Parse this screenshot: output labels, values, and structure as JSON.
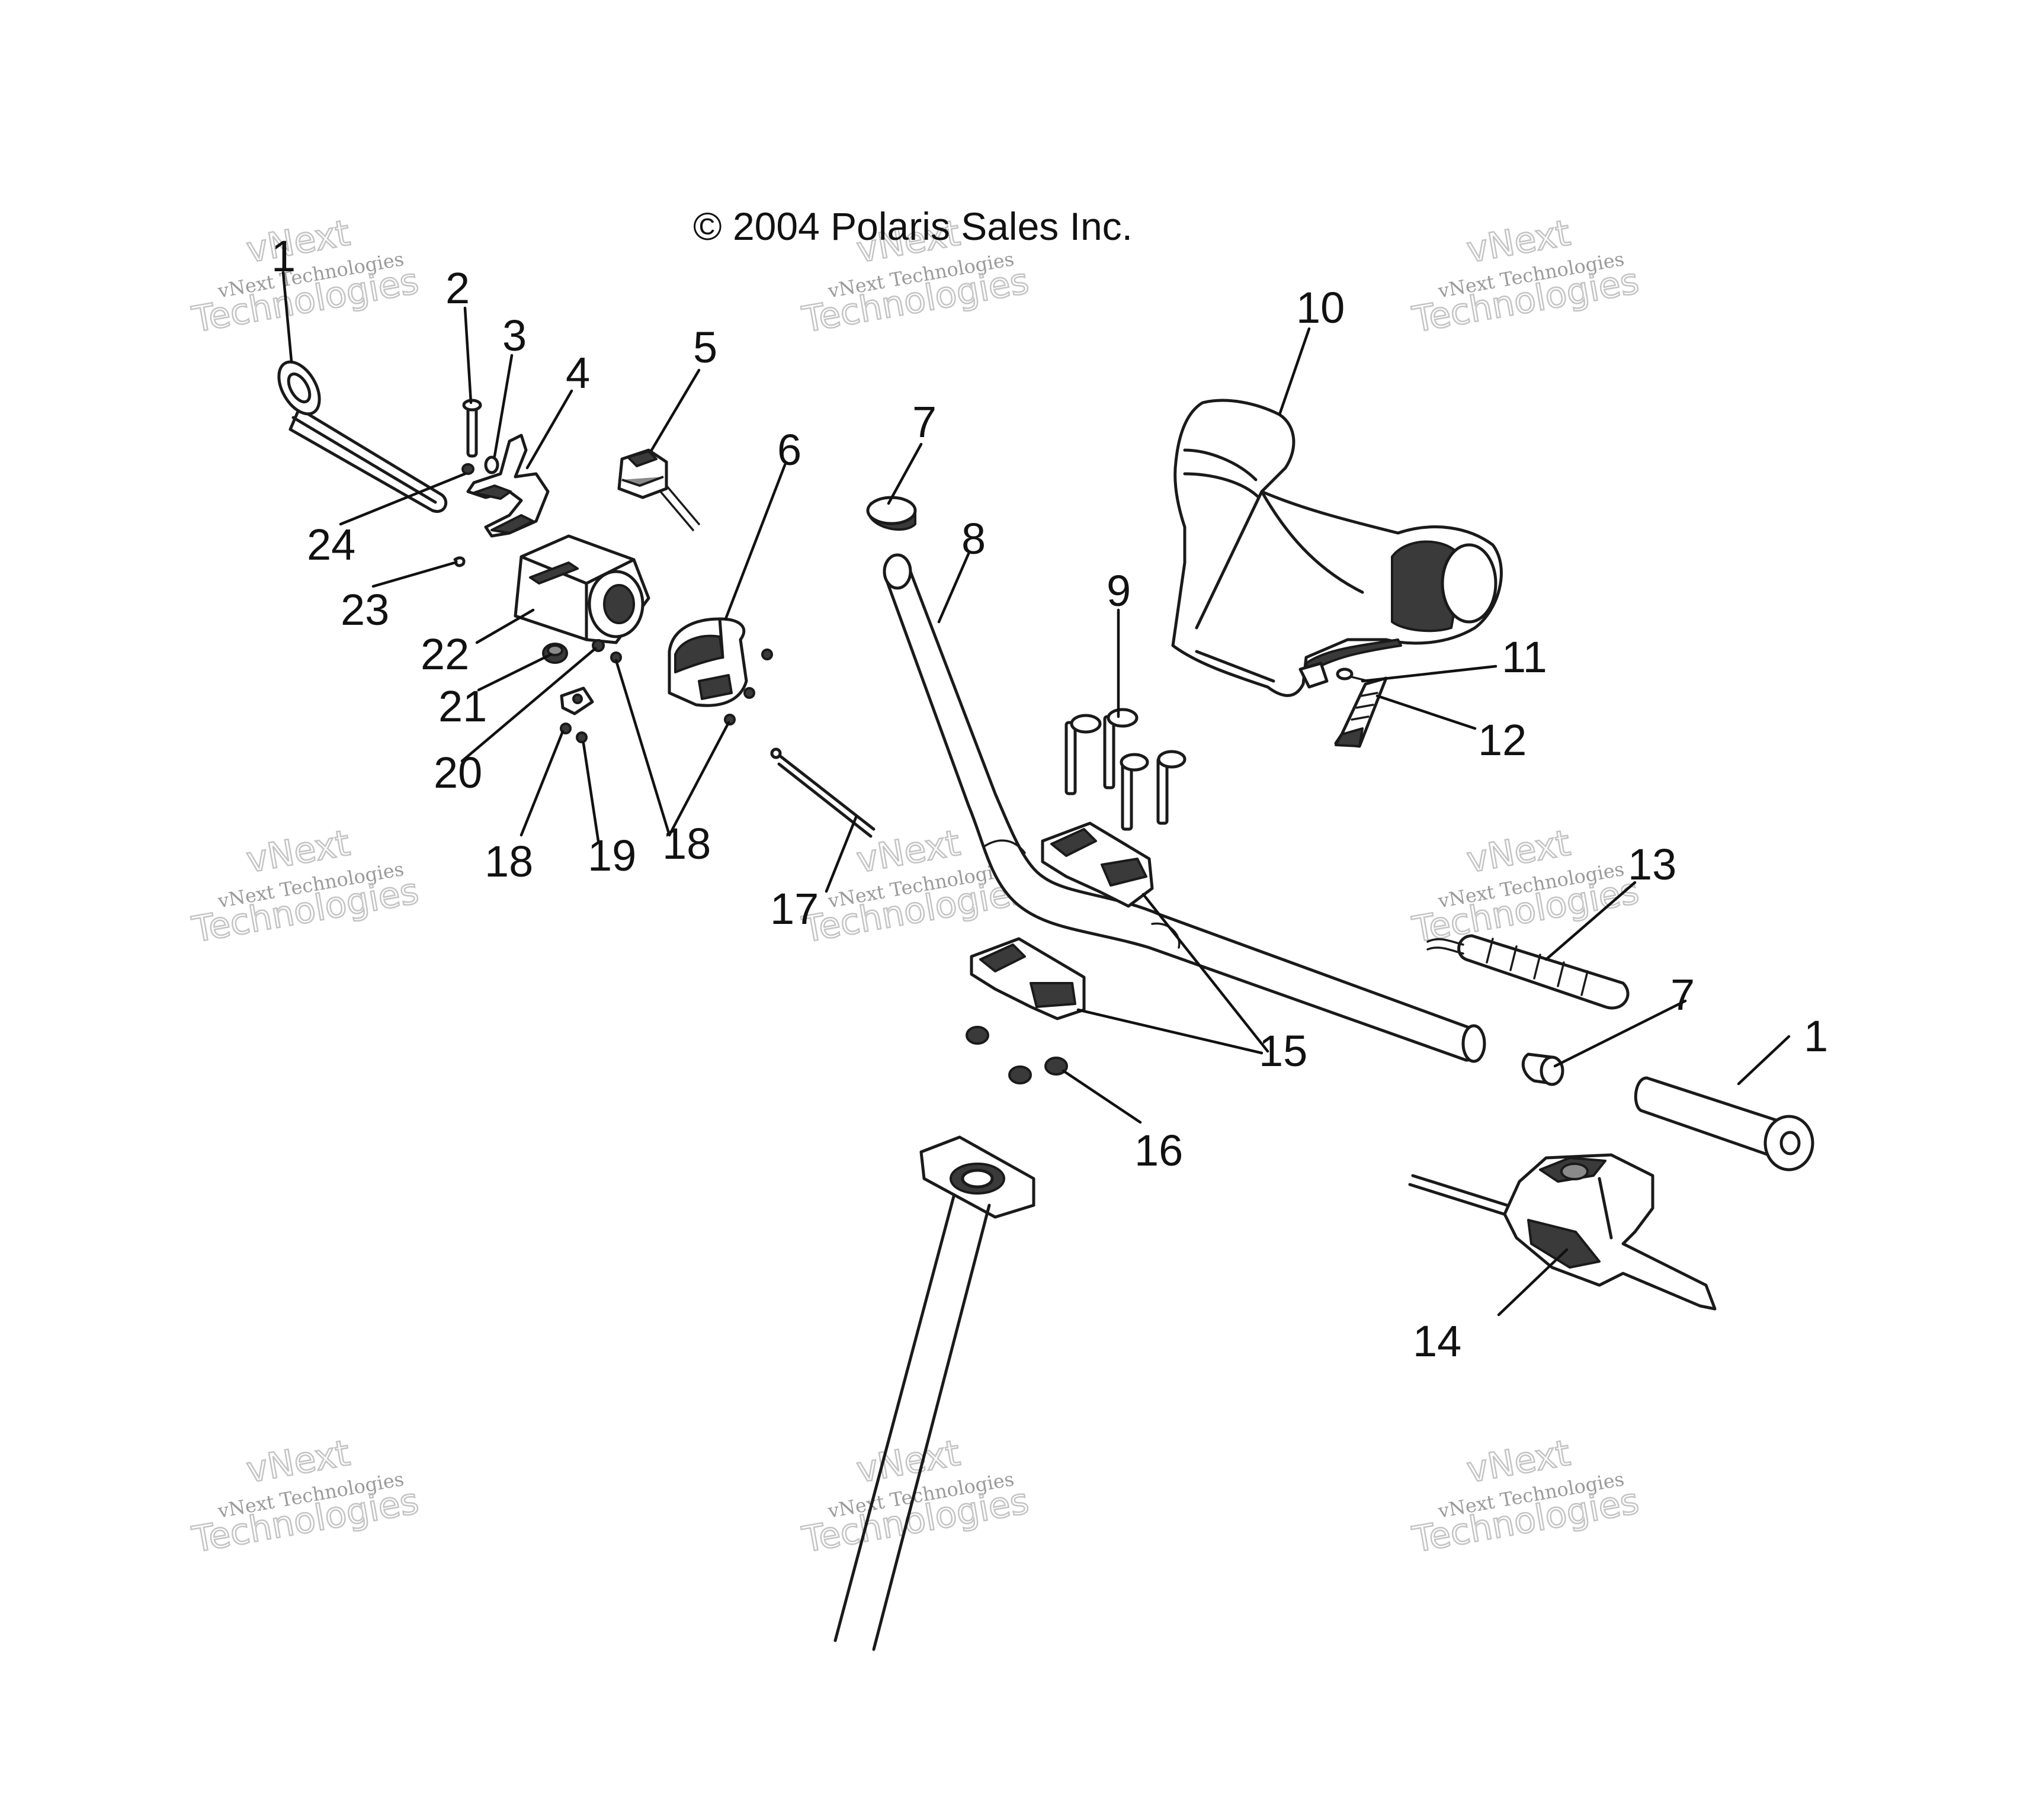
{
  "copyright": "© 2004 Polaris Sales Inc.",
  "watermark": {
    "brand": "vNext",
    "company": "vNext Technologies",
    "word": "Technologies"
  },
  "callouts": [
    "1",
    "2",
    "3",
    "4",
    "5",
    "6",
    "7",
    "8",
    "9",
    "10",
    "11",
    "12",
    "13",
    "7",
    "1",
    "14",
    "15",
    "16",
    "17",
    "18",
    "19",
    "18",
    "20",
    "21",
    "22",
    "23",
    "24"
  ]
}
